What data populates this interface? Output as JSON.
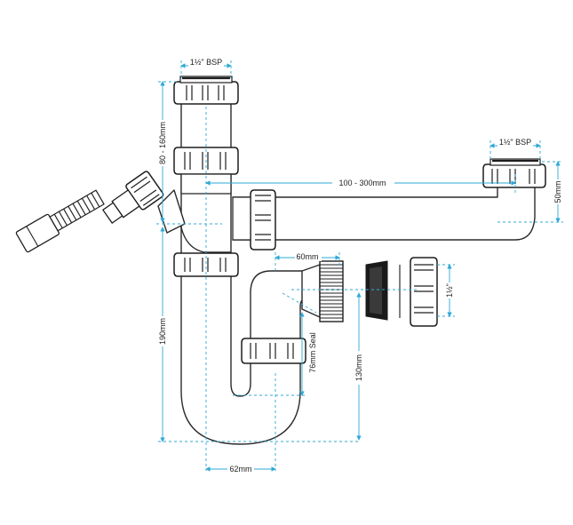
{
  "dimensions": {
    "bsp_top": "1½\" BSP",
    "bsp_right": "1½\" BSP",
    "height_range": "80 - 160mm",
    "horizontal_range": "100 - 300mm",
    "outlet_height": "50mm",
    "outlet_length": "60mm",
    "trap_depth": "190mm",
    "seal": "76mm Seal",
    "outlet_drop": "130mm",
    "trap_width": "62mm",
    "outlet_size": "1½\""
  },
  "colors": {
    "outline": "#2b2b2b",
    "dimension": "#2ea9d6",
    "washer": "#1a1a1a"
  }
}
